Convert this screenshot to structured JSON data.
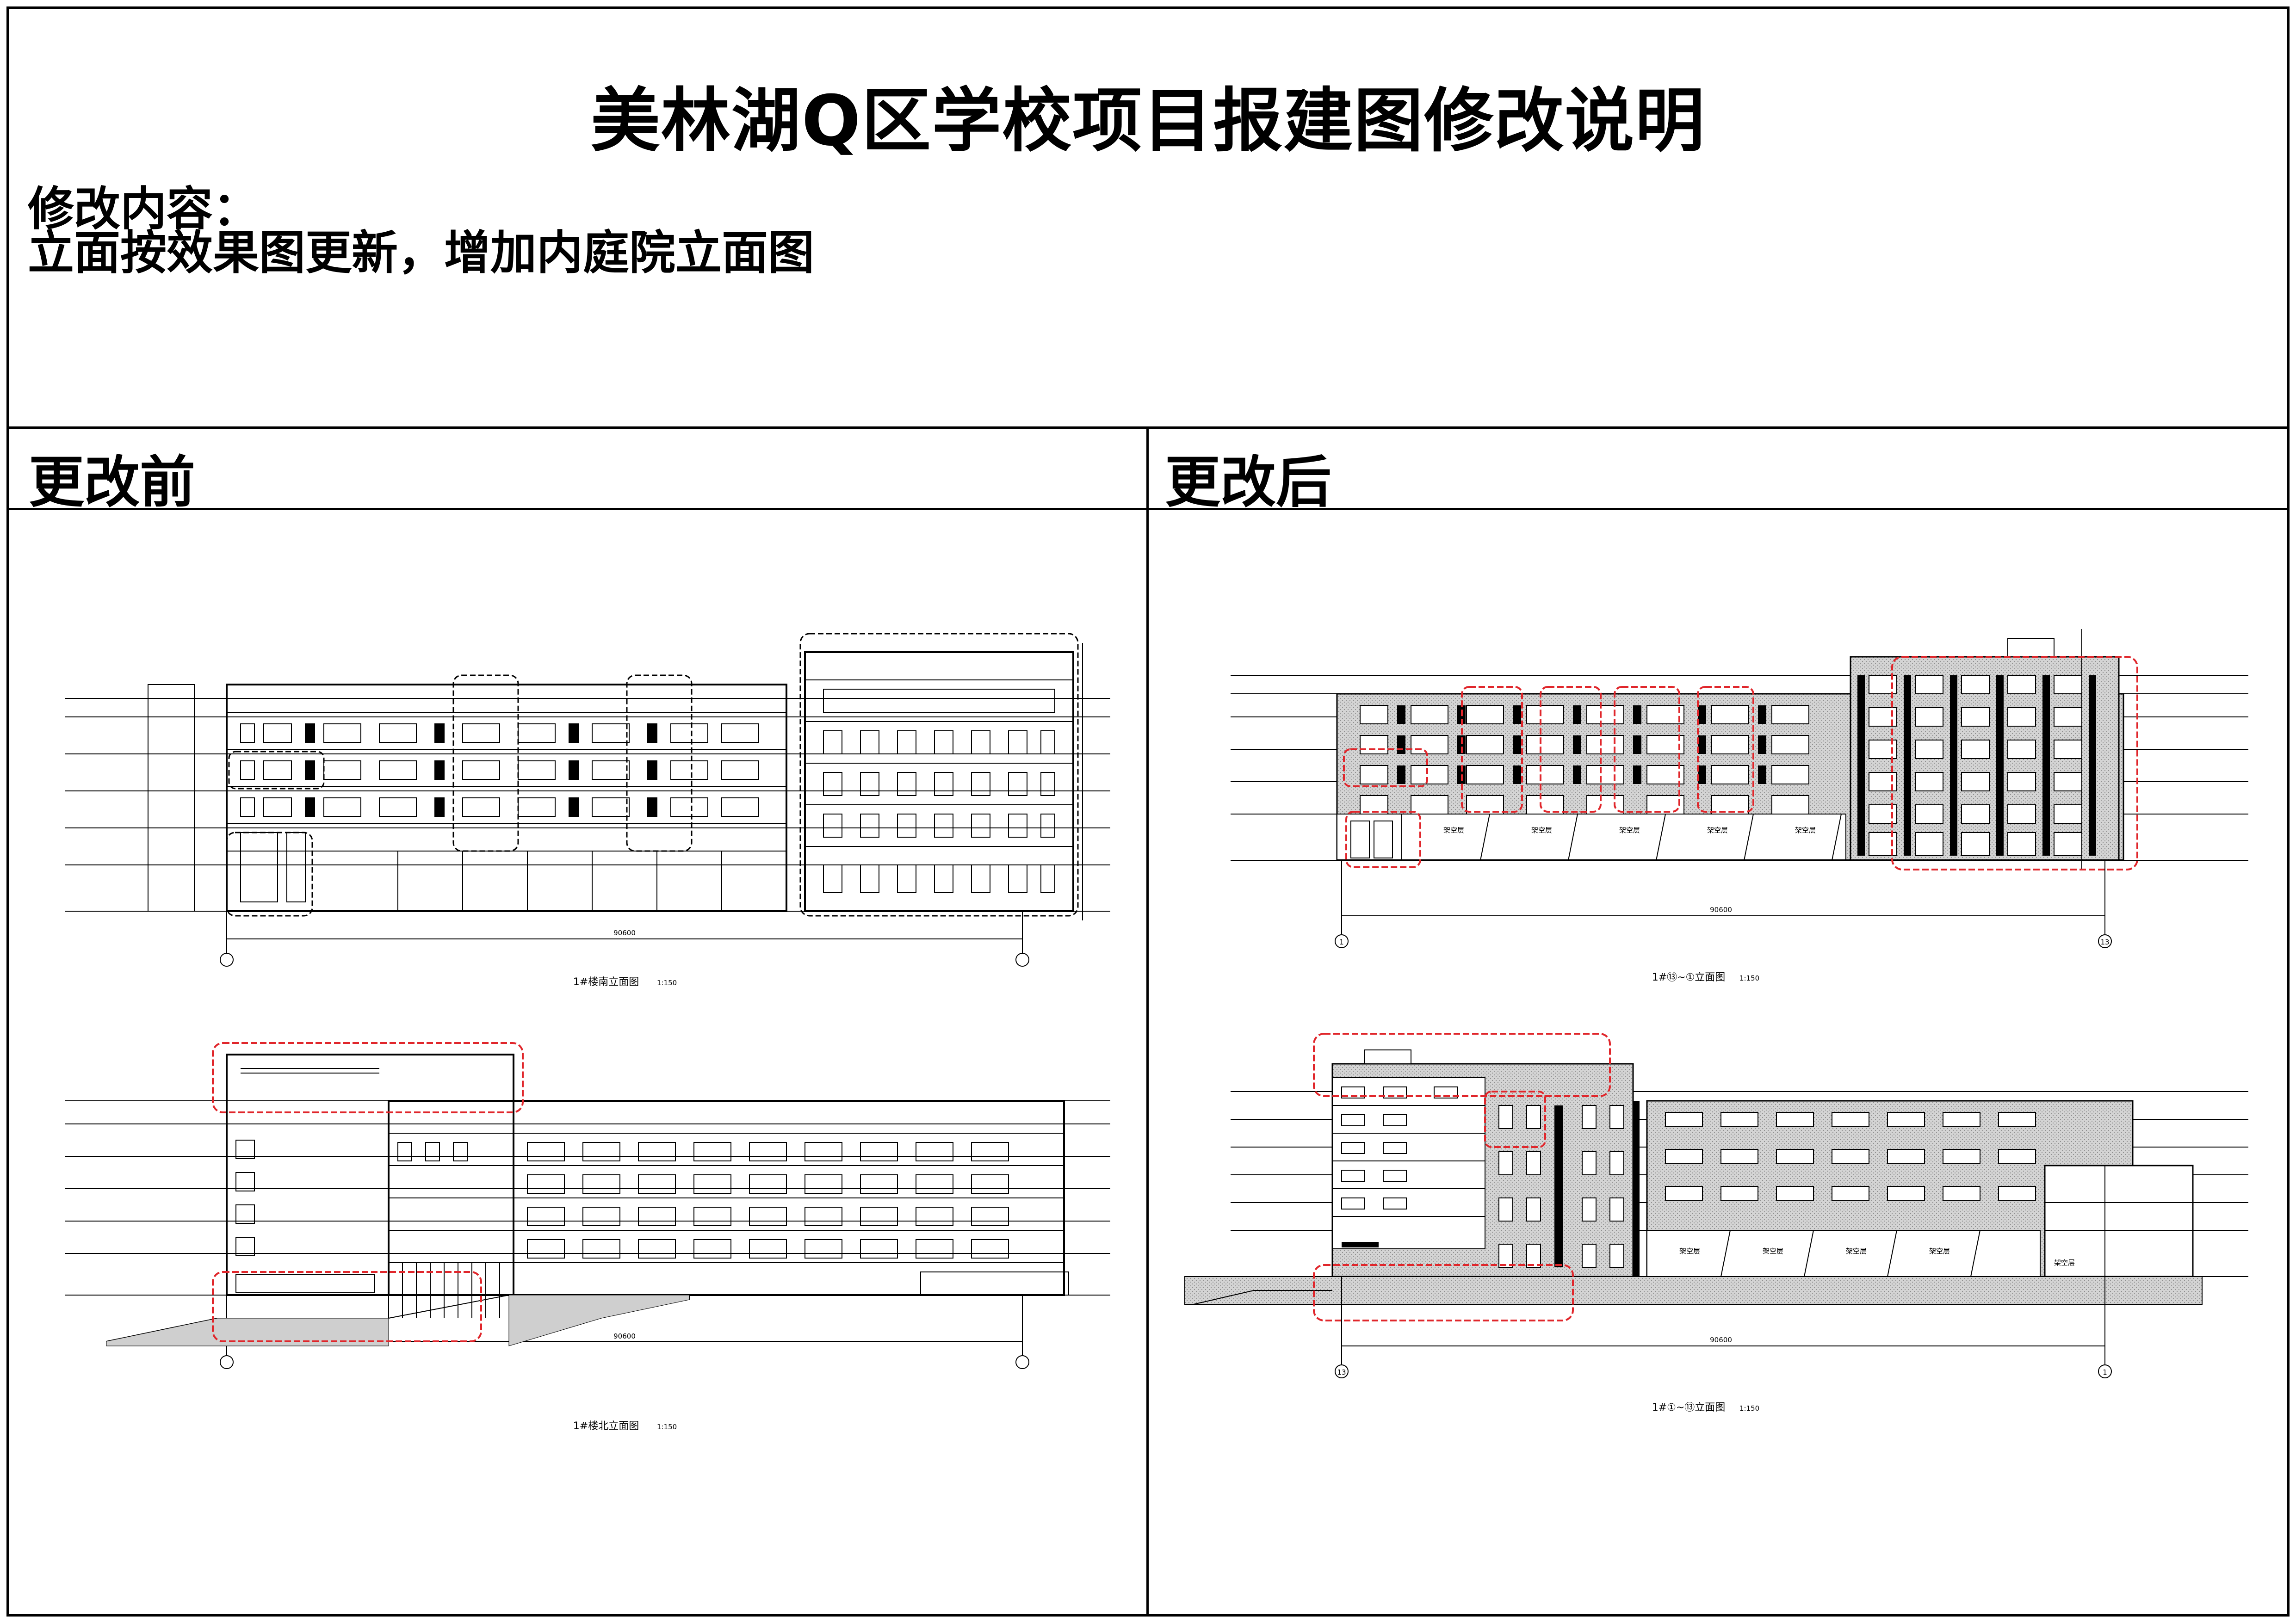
{
  "title": "美林湖Q区学校项目报建图修改说明",
  "modify_label": "修改内容：",
  "modify_text": "立面按效果图更新，增加内庭院立面图",
  "before_label": "更改前",
  "after_label": "更改后",
  "before": {
    "upper_caption": "1#楼南立面图",
    "upper_scale": "1:150",
    "upper_dim": "90600",
    "lower_caption": "1#楼北立面图",
    "lower_scale": "1:150",
    "lower_dim": "90600"
  },
  "after": {
    "upper_caption": "1#⑬~①立面图",
    "upper_scale": "1:150",
    "upper_dim": "90600",
    "lower_caption": "1#①~⑬立面图",
    "lower_scale": "1:150",
    "lower_dim": "90600",
    "room_label": "架空层",
    "axis_left_upper": "1",
    "axis_right_upper": "13",
    "axis_left_lower": "13",
    "axis_right_lower": "1"
  },
  "colors": {
    "line": "#000000",
    "revision_cloud": "#e0262b",
    "hatch": "#9a9a9a"
  }
}
